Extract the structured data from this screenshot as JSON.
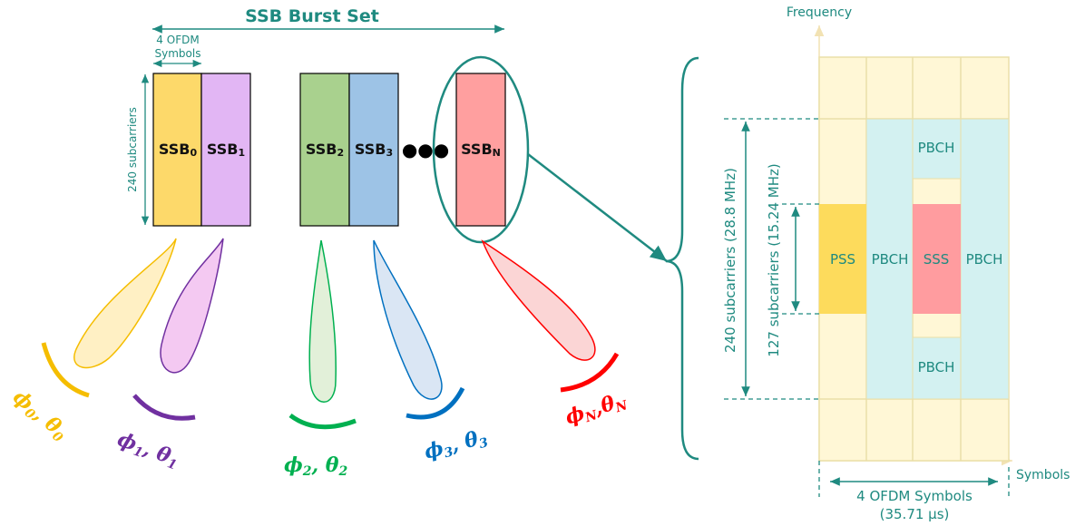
{
  "burst": {
    "title": "SSB Burst Set",
    "ofdm_label_line1": "4 OFDM",
    "ofdm_label_line2": "Symbols",
    "subcarrier_label": "240 subcarriers",
    "ellipsis": "●●●",
    "blocks": [
      {
        "base": "SSB",
        "sub": "0",
        "color": "#fdd96a"
      },
      {
        "base": "SSB",
        "sub": "1",
        "color": "#e2b6f4"
      },
      {
        "base": "SSB",
        "sub": "2",
        "color": "#a9d18e"
      },
      {
        "base": "SSB",
        "sub": "3",
        "color": "#9dc3e6"
      },
      {
        "base": "SSB",
        "sub": "N",
        "color": "#ff9f9f"
      }
    ]
  },
  "beams": [
    {
      "phi": "ϕ",
      "theta": "θ",
      "sub": "0",
      "sep": ", ",
      "color": "#f5bd00",
      "fill": "#fff0c4"
    },
    {
      "phi": "ϕ",
      "theta": "θ",
      "sub": "1",
      "sep": ", ",
      "color": "#7030a0",
      "fill": "#f4c9f2"
    },
    {
      "phi": "ϕ",
      "theta": "θ",
      "sub": "2",
      "sep": ", ",
      "color": "#00b050",
      "fill": "#e2f0d9"
    },
    {
      "phi": "ϕ",
      "theta": "θ",
      "sub": "3",
      "sep": ", ",
      "color": "#0070c0",
      "fill": "#dae6f4"
    },
    {
      "phi": "ϕ",
      "theta": "θ",
      "sub": "N",
      "sep": ",",
      "color": "#ff0000",
      "fill": "#fbd5d5"
    }
  ],
  "detail": {
    "axis_y": "Frequency",
    "axis_x": "Symbols",
    "cells": {
      "pss": "PSS",
      "sss": "SSS",
      "pbch_left": "PBCH",
      "pbch_right": "PBCH",
      "pbch_top": "PBCH",
      "pbch_bottom": "PBCH"
    },
    "dim_240": "240 subcarriers (28.8 MHz)",
    "dim_127": "127 subcarriers (15.24 MHz)",
    "dim_symbols_line1": "4 OFDM Symbols",
    "dim_symbols_line2": "(35.71 μs)"
  },
  "colors": {
    "teal": "#1f8a80",
    "grid_bg": "#fff7d6",
    "grid_line": "#eadfa8",
    "pbch": "#d3f1f1",
    "pss": "#fddb5c",
    "sss": "#ff9c9f"
  }
}
